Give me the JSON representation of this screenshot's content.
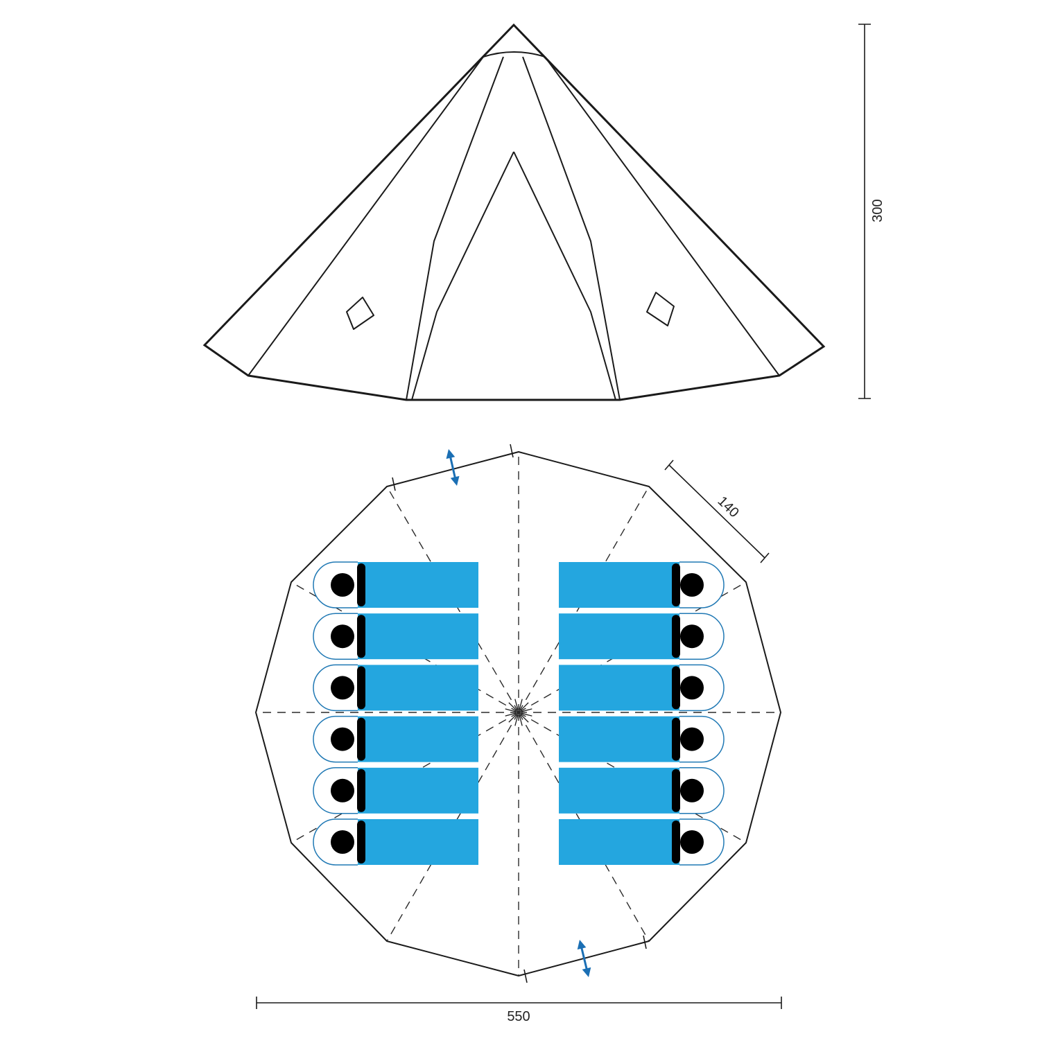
{
  "dimensions": {
    "height": "300",
    "width": "550",
    "side": "140"
  },
  "sleeping_bags": {
    "per_side": 6,
    "total": 12
  },
  "colors": {
    "bag_fill": "#24a6df",
    "bag_outline": "#1f78b4",
    "head": "#000000",
    "arrow": "#1b6fb4",
    "line": "#1a1a1a"
  },
  "icons": {
    "door_arrow": "double-arrow-icon"
  }
}
